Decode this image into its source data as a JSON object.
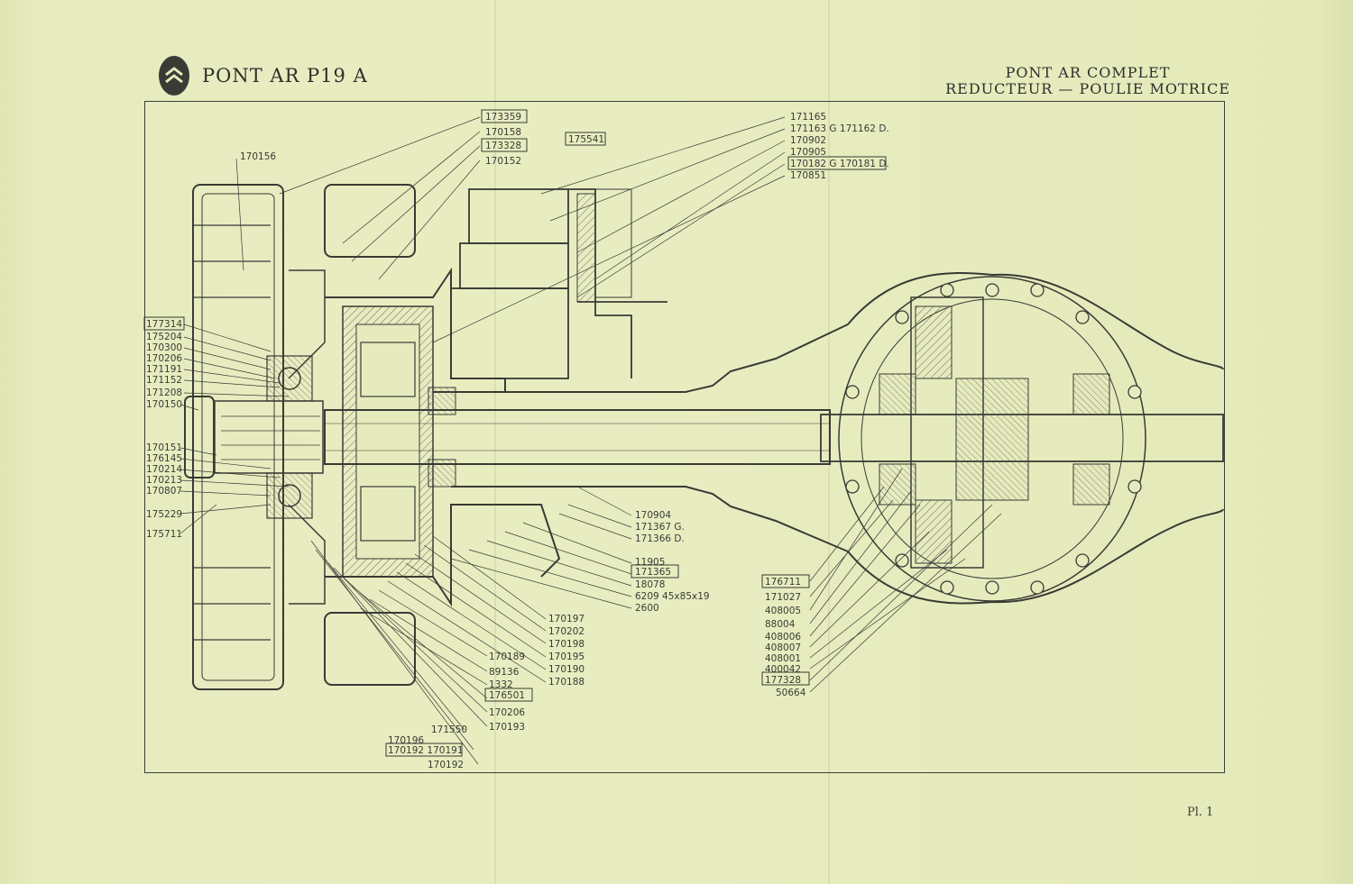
{
  "header": {
    "left_title": "PONT AR P19 A",
    "right_title_line1": "PONT AR COMPLET",
    "right_title_line2": "REDUCTEUR — POULIE MOTRICE",
    "logo_icon": "double-chevron-icon"
  },
  "plate_number": "Pl. 1",
  "colors": {
    "paper": "#e6ebbd",
    "ink": "#3a3a35",
    "hatch": "#6b6b60"
  },
  "labels": {
    "top_left": "170156",
    "top_center": [
      "173359",
      "170158",
      "173328",
      "170152"
    ],
    "top_center_side": "175541",
    "top_right": [
      "171165",
      "171163 G  171162 D.",
      "170902",
      "170905",
      "170182 G  170181 D.",
      "170851"
    ],
    "left_column": [
      "177314",
      "175204",
      "170300",
      "170206",
      "171191",
      "171152",
      "171208",
      "170150",
      "170151",
      "176145",
      "170214",
      "170213",
      "170807",
      "175229",
      "175711"
    ],
    "mid_right": [
      "170904",
      "171367 G.",
      "171366 D."
    ],
    "mid_lower": [
      "11905",
      "171365",
      "18078",
      "6209 45x85x19",
      "2600"
    ],
    "bottom_center_right": [
      "170197",
      "170202",
      "170198",
      "170195",
      "170190",
      "170188"
    ],
    "bottom_center_left": [
      "170189",
      "89136",
      "1332",
      "176501",
      "170206",
      "170193"
    ],
    "bottom_left_block": [
      "171550",
      "170196",
      "170192  170191",
      "170192"
    ],
    "right_column": [
      "176711",
      "171027",
      "408005",
      "88004",
      "408006",
      "408007",
      "408001",
      "400042",
      "177328",
      "50664"
    ]
  }
}
